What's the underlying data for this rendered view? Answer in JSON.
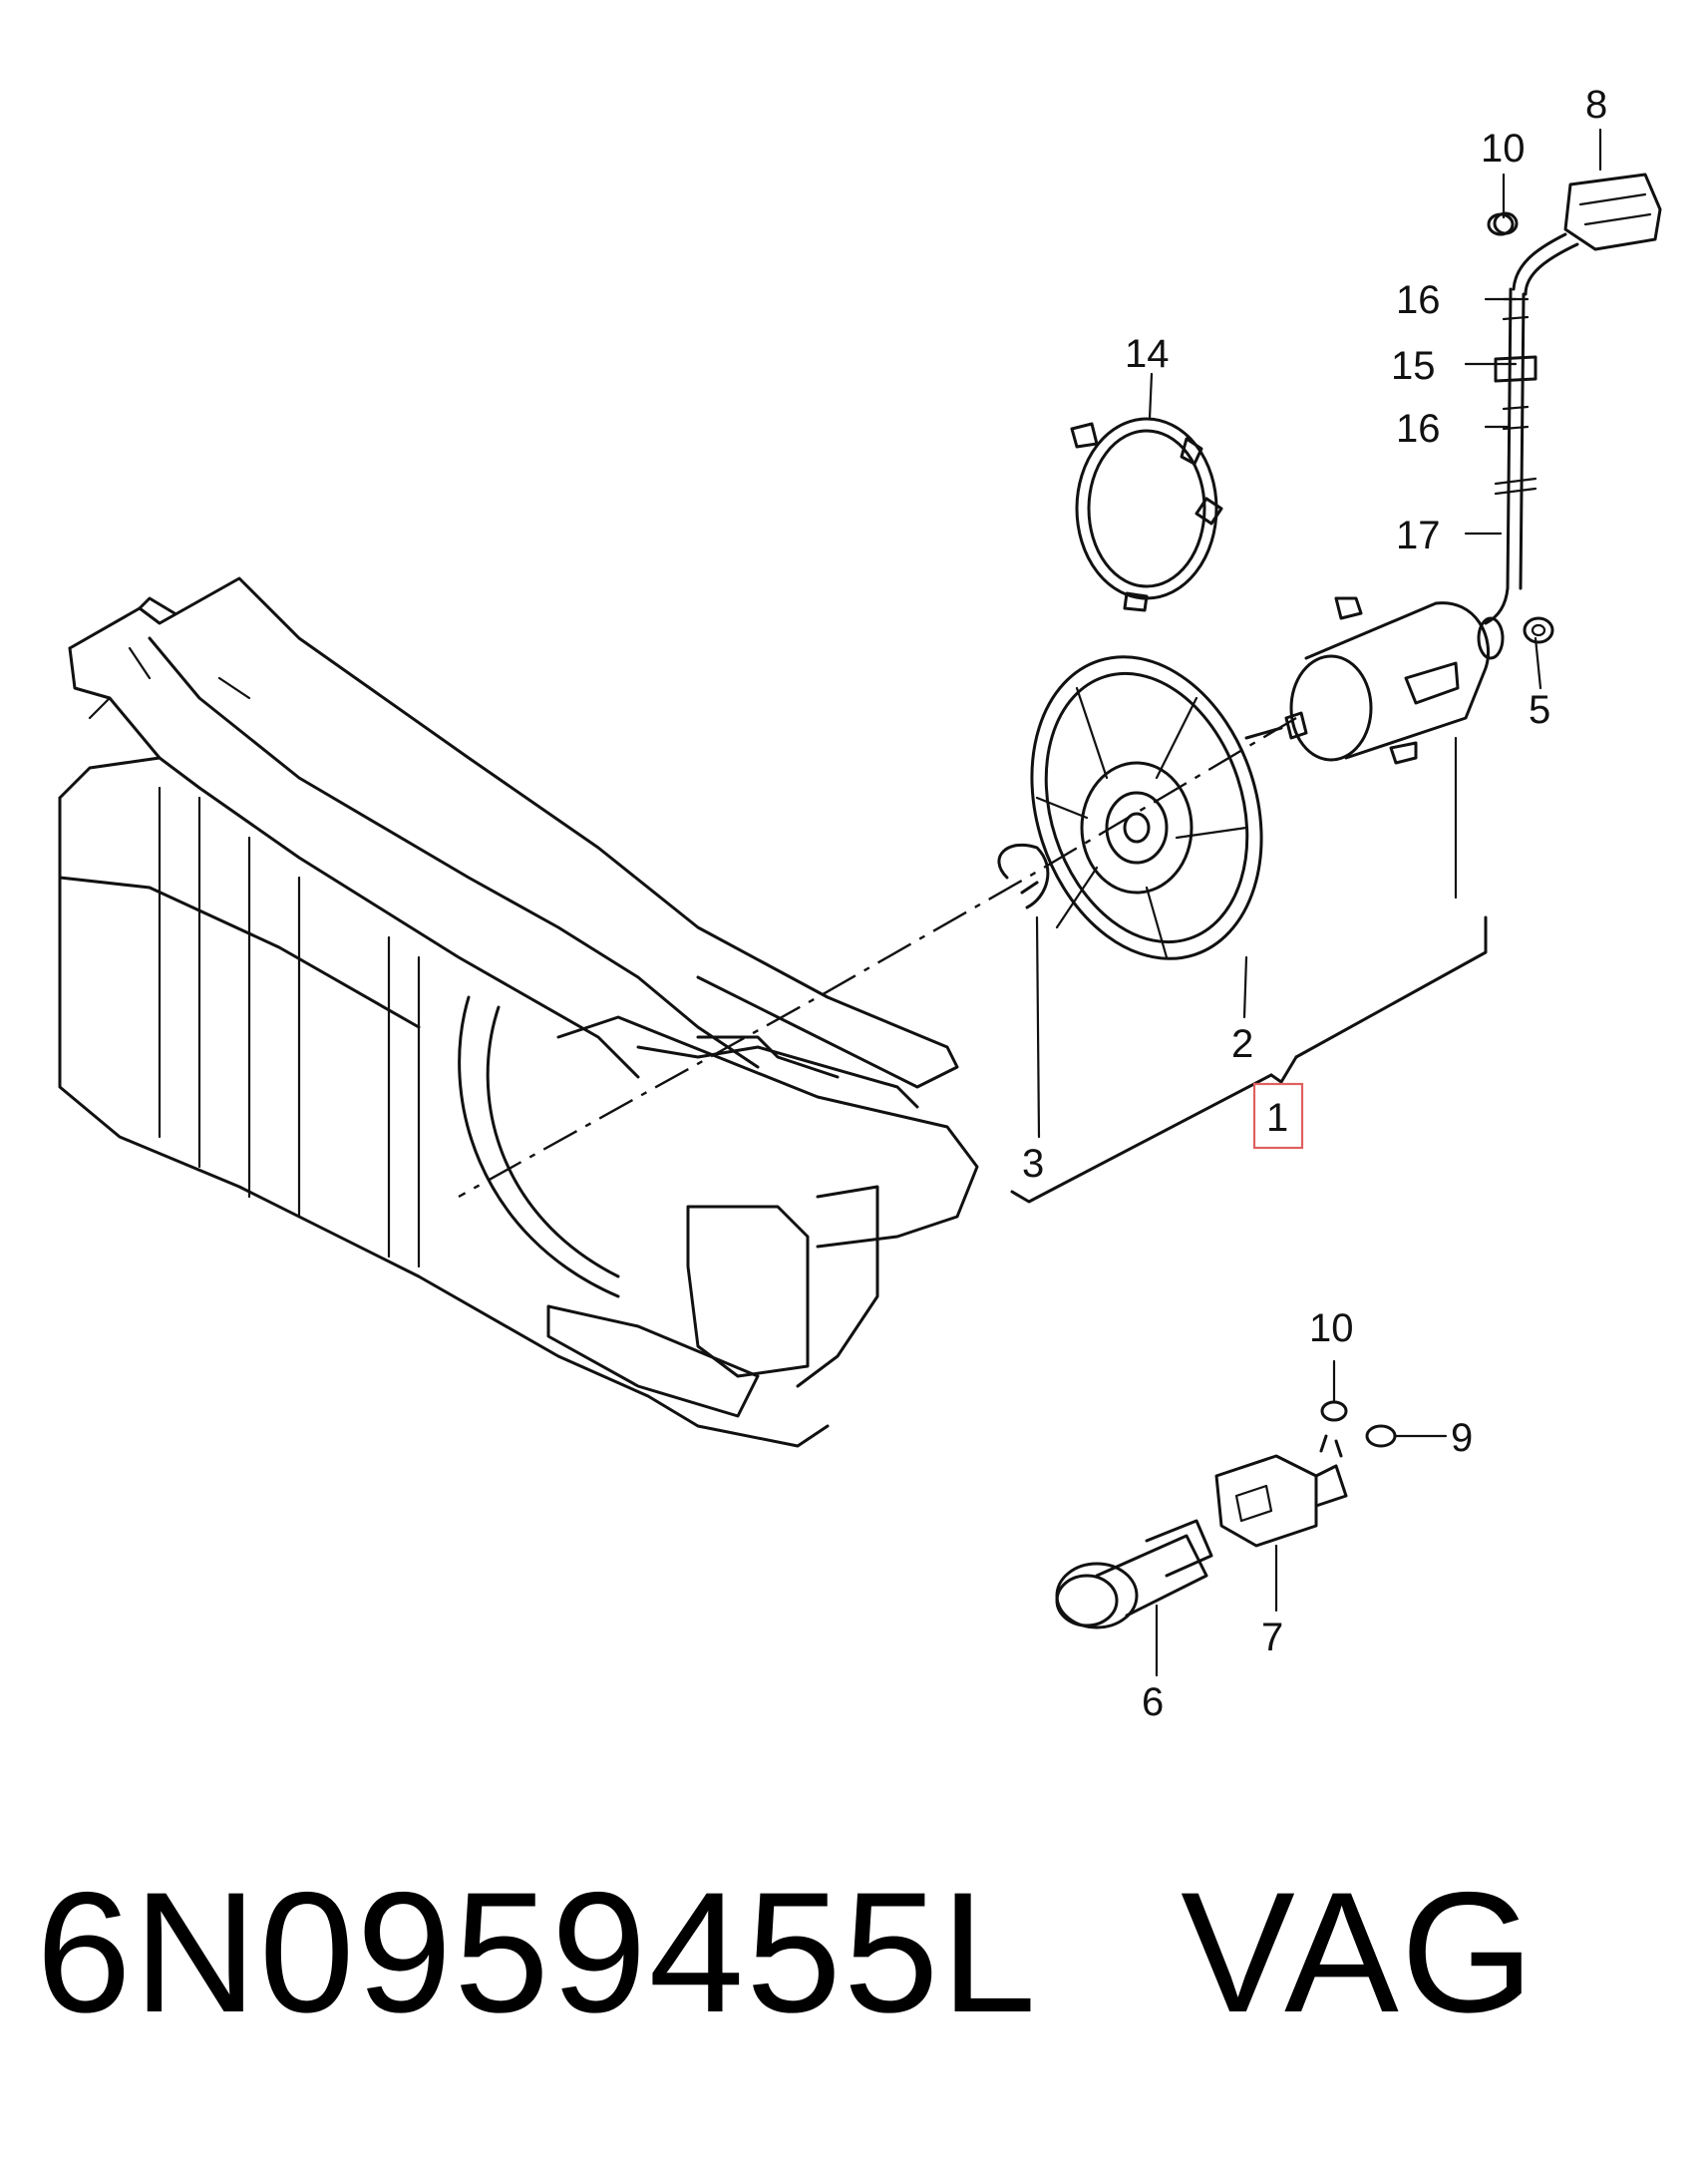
{
  "labels": {
    "l1": "1",
    "l2": "2",
    "l3": "3",
    "l5": "5",
    "l6": "6",
    "l7": "7",
    "l8": "8",
    "l9": "9",
    "l10a": "10",
    "l10b": "10",
    "l14": "14",
    "l15": "15",
    "l16a": "16",
    "l16b": "16",
    "l17": "17"
  },
  "caption": {
    "part_number": "6N0959455L",
    "brand": "VAG"
  },
  "colors": {
    "highlight": "#e06060",
    "ink": "#111111"
  }
}
